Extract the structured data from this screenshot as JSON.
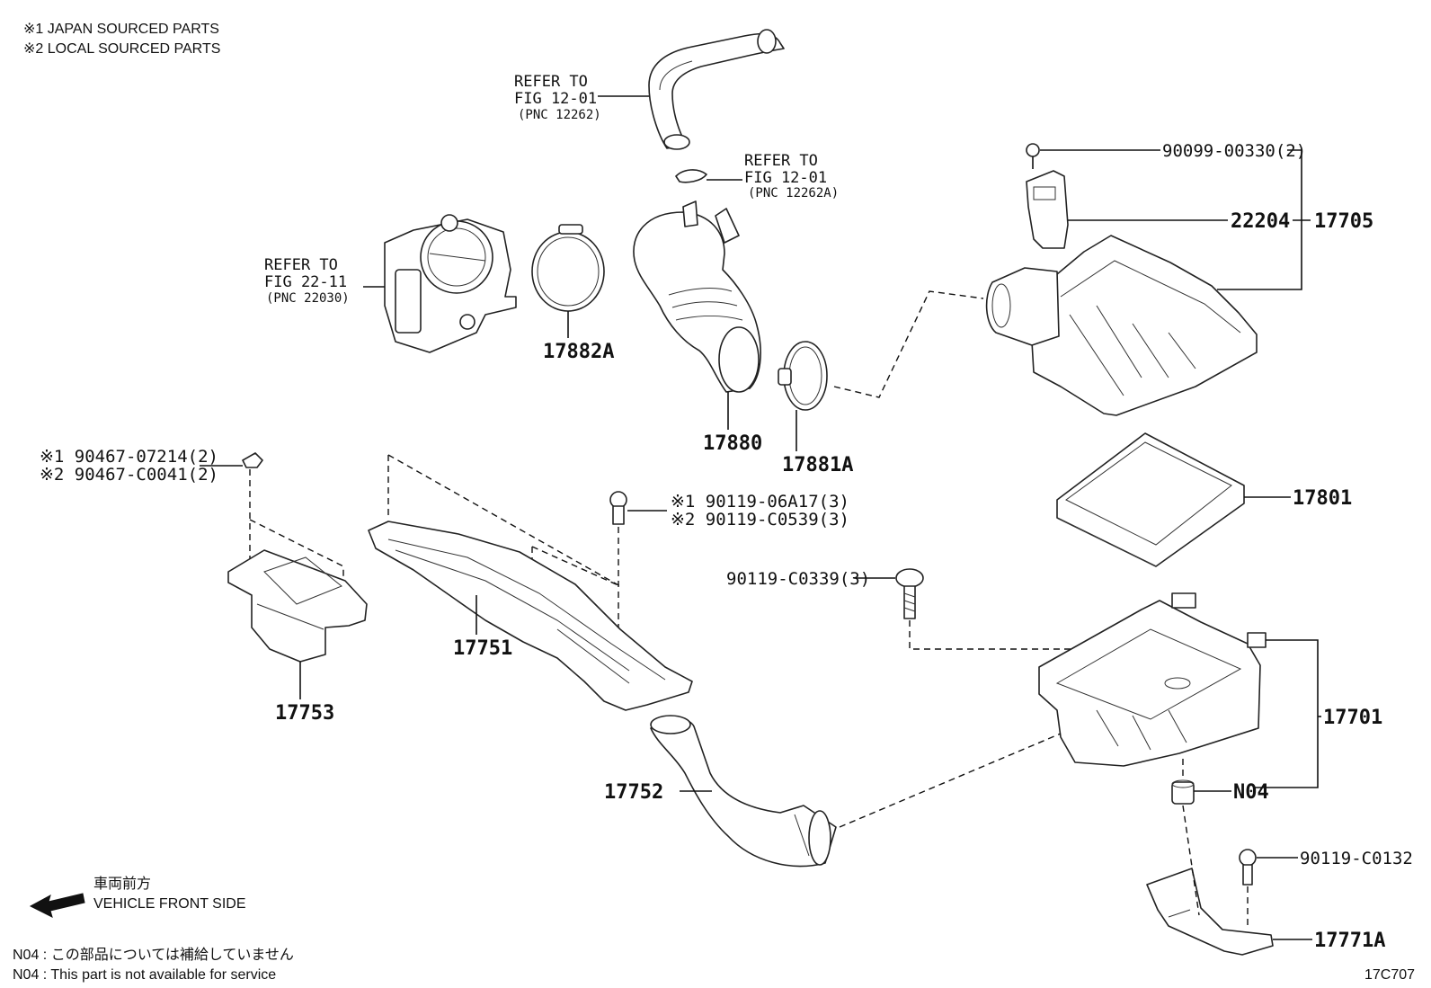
{
  "legend": {
    "japan_sourced": "※1 JAPAN SOURCED PARTS",
    "local_sourced": "※2 LOCAL SOURCED PARTS"
  },
  "refs": {
    "hose": {
      "line1": "REFER TO",
      "line2": "FIG 12-01",
      "line3": "(PNC 12262)"
    },
    "clamp": {
      "line1": "REFER TO",
      "line2": "FIG 12-01",
      "line3": "(PNC 12262A)"
    },
    "throttle_body": {
      "line1": "REFER TO",
      "line2": "FIG 22-11",
      "line3": "(PNC 22030)"
    }
  },
  "parts": {
    "p90099": "90099-00330(2)",
    "p22204": "22204",
    "p17705": "17705",
    "p17882A": "17882A",
    "p17880": "17880",
    "p17881A": "17881A",
    "p17801": "17801",
    "p90467_a": "※1 90467-07214(2)",
    "p90467_b": "※2 90467-C0041(2)",
    "p90119_a": "※1 90119-06A17(3)",
    "p90119_b": "※2 90119-C0539(3)",
    "p90119_c0339": "90119-C0339(3)",
    "p17751": "17751",
    "p17753": "17753",
    "p17701": "17701",
    "pN04": "N04",
    "p17752": "17752",
    "p90119_c0132": "90119-C0132",
    "p17771A": "17771A"
  },
  "direction": {
    "japanese": "車両前方",
    "english": "VEHICLE FRONT SIDE"
  },
  "footnotes": {
    "n04_jp": "N04 : この部品については補給していません",
    "n04_en": "N04 : This part is not available for service"
  },
  "figure_code": "17C707"
}
